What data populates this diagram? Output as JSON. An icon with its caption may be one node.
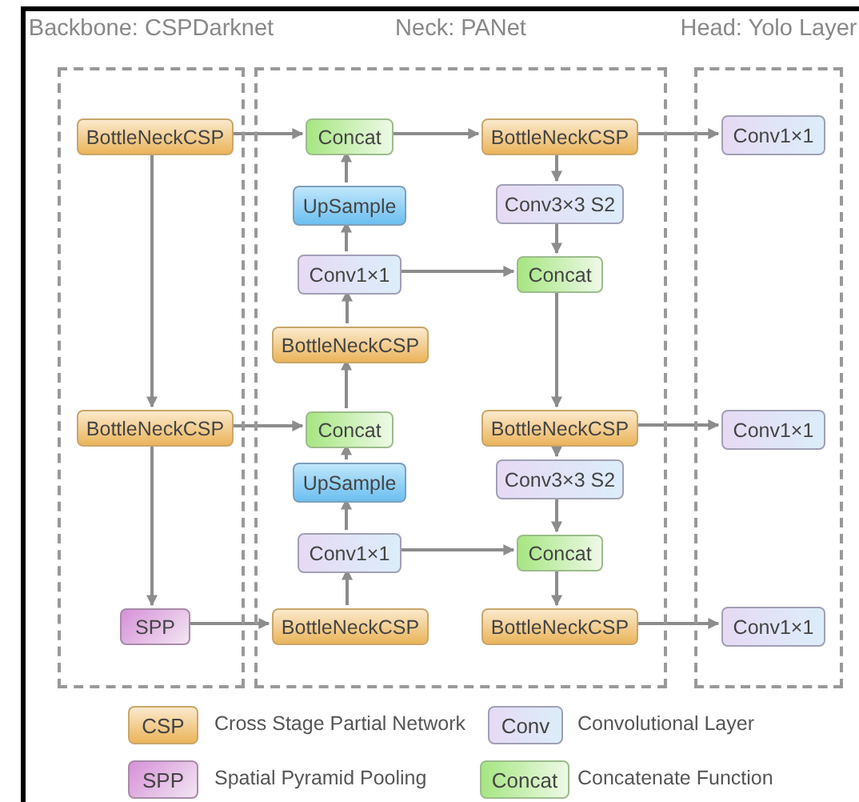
{
  "diagram": {
    "nodes": [
      {
        "text": [
          "Backbone: CSPDarknet"
        ]
      },
      {
        "text": [
          "Neck: PANet"
        ]
      },
      {
        "text": [
          "Head: Yolo Layer"
        ]
      },
      {
        "text": [
          "BottleNeckCSP"
        ],
        "in": 0
      },
      {
        "text": [
          "BottleNeckCSP"
        ],
        "in": 0
      },
      {
        "text": [
          "SPP"
        ],
        "in": 0
      },
      {
        "text": [
          "Concat"
        ],
        "in": 1
      },
      {
        "text": [
          "UpSample"
        ],
        "in": 1
      },
      {
        "text": [
          "Conv1×1"
        ],
        "in": 1
      },
      {
        "text": [
          "BottleNeckCSP"
        ],
        "in": 1
      },
      {
        "text": [
          "Concat"
        ],
        "in": 1
      },
      {
        "text": [
          "UpSample"
        ],
        "in": 1
      },
      {
        "text": [
          "Conv1×1"
        ],
        "in": 1
      },
      {
        "text": [
          "BottleNeckCSP"
        ],
        "in": 1
      },
      {
        "text": [
          "BottleNeckCSP"
        ],
        "in": 1
      },
      {
        "text": [
          "Conv3×3 S2"
        ],
        "in": 1
      },
      {
        "text": [
          "Concat"
        ],
        "in": 1
      },
      {
        "text": [
          "BottleNeckCSP"
        ],
        "in": 1
      },
      {
        "text": [
          "Conv3×3 S2"
        ],
        "in": 1
      },
      {
        "text": [
          "Concat"
        ],
        "in": 1
      },
      {
        "text": [
          "BottleNeckCSP"
        ],
        "in": 1
      },
      {
        "text": [
          "Conv1×1"
        ],
        "in": 2
      },
      {
        "text": [
          "Conv1×1"
        ],
        "in": 2
      },
      {
        "text": [
          "Conv1×1"
        ],
        "in": 2
      }
    ],
    "edges": [
      {
        "from": 3,
        "to": 6,
        "arrow": "to"
      },
      {
        "from": 6,
        "to": 14,
        "arrow": "to"
      },
      {
        "from": 14,
        "to": 21,
        "arrow": "to"
      },
      {
        "from": 3,
        "to": 4,
        "arrow": "to"
      },
      {
        "from": 7,
        "to": 6,
        "arrow": "to"
      },
      {
        "from": 8,
        "to": 7,
        "arrow": "to"
      },
      {
        "from": 9,
        "to": 8,
        "arrow": "to"
      },
      {
        "from": 10,
        "to": 9,
        "arrow": "to"
      },
      {
        "from": 8,
        "to": 16,
        "arrow": "to"
      },
      {
        "from": 14,
        "to": 15,
        "arrow": "to"
      },
      {
        "from": 15,
        "to": 16,
        "arrow": "to"
      },
      {
        "from": 16,
        "to": 17,
        "arrow": "to"
      },
      {
        "from": 4,
        "to": 10,
        "arrow": "to"
      },
      {
        "from": 17,
        "to": 22,
        "arrow": "to"
      },
      {
        "from": 11,
        "to": 10,
        "arrow": "to"
      },
      {
        "from": 12,
        "to": 11,
        "arrow": "to"
      },
      {
        "from": 13,
        "to": 12,
        "arrow": "to"
      },
      {
        "from": 12,
        "to": 19,
        "arrow": "to"
      },
      {
        "from": 17,
        "to": 18,
        "arrow": "to"
      },
      {
        "from": 18,
        "to": 19,
        "arrow": "to"
      },
      {
        "from": 19,
        "to": 20,
        "arrow": "to"
      },
      {
        "from": 20,
        "to": 23,
        "arrow": "to"
      },
      {
        "from": 4,
        "to": 5,
        "arrow": "to"
      },
      {
        "from": 5,
        "to": 13,
        "arrow": "to"
      }
    ],
    "labels": [
      "CSP",
      "Conv",
      "SPP",
      "Concat"
    ],
    "legend": [
      {
        "text": "Cross Stage Partial Network",
        "color": "#eec47a"
      },
      {
        "text": "Convolutional Layer",
        "color": "#e6e0f4"
      },
      {
        "text": "Spatial Pyramid Pooling",
        "color": "#dca6dc"
      },
      {
        "text": "Concatenate Function",
        "color": "#b8ec98"
      }
    ]
  }
}
